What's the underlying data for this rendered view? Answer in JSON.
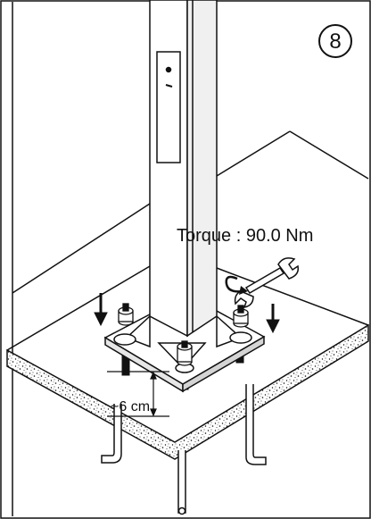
{
  "step": {
    "number": "8"
  },
  "annotations": {
    "torque": "Torque : 90.0 Nm",
    "depth": "~6 cm"
  },
  "icons": {
    "wrench": "wrench-icon",
    "rotate": "rotate-arrow-icon",
    "down_arrow": "down-arrow-icon"
  },
  "colors": {
    "ink": "#111111",
    "paper": "#ffffff"
  }
}
